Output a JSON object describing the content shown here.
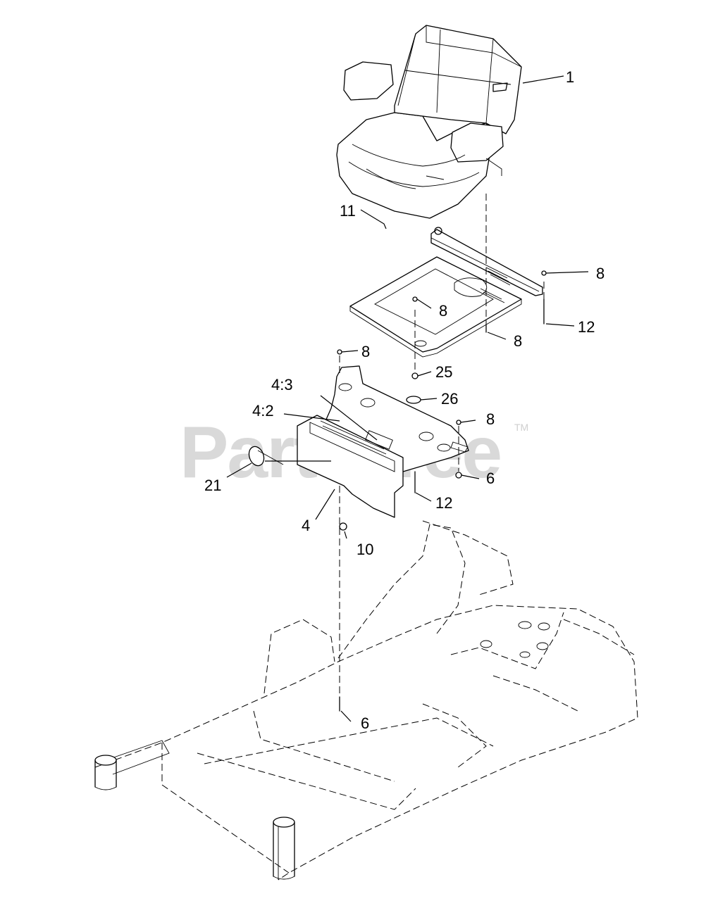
{
  "watermark": {
    "text": "PartsTree",
    "tm": "TM"
  },
  "callouts": {
    "c1": "1",
    "c11": "11",
    "c8a": "8",
    "c8b": "8",
    "c12a": "12",
    "c8c": "8",
    "c8d": "8",
    "c25": "25",
    "c43": "4:3",
    "c26": "26",
    "c42": "4:2",
    "c8e": "8",
    "c6a": "6",
    "c21": "21",
    "c12b": "12",
    "c4": "4",
    "c10": "10",
    "c6b": "6"
  },
  "icons": {
    "seat": "seat-illustration",
    "seat_pan": "seat-pan-plate",
    "seat_rail": "seat-rail",
    "mount_plate": "seat-mount-plate",
    "frame": "mower-frame",
    "emblem": "brand-emblem"
  }
}
